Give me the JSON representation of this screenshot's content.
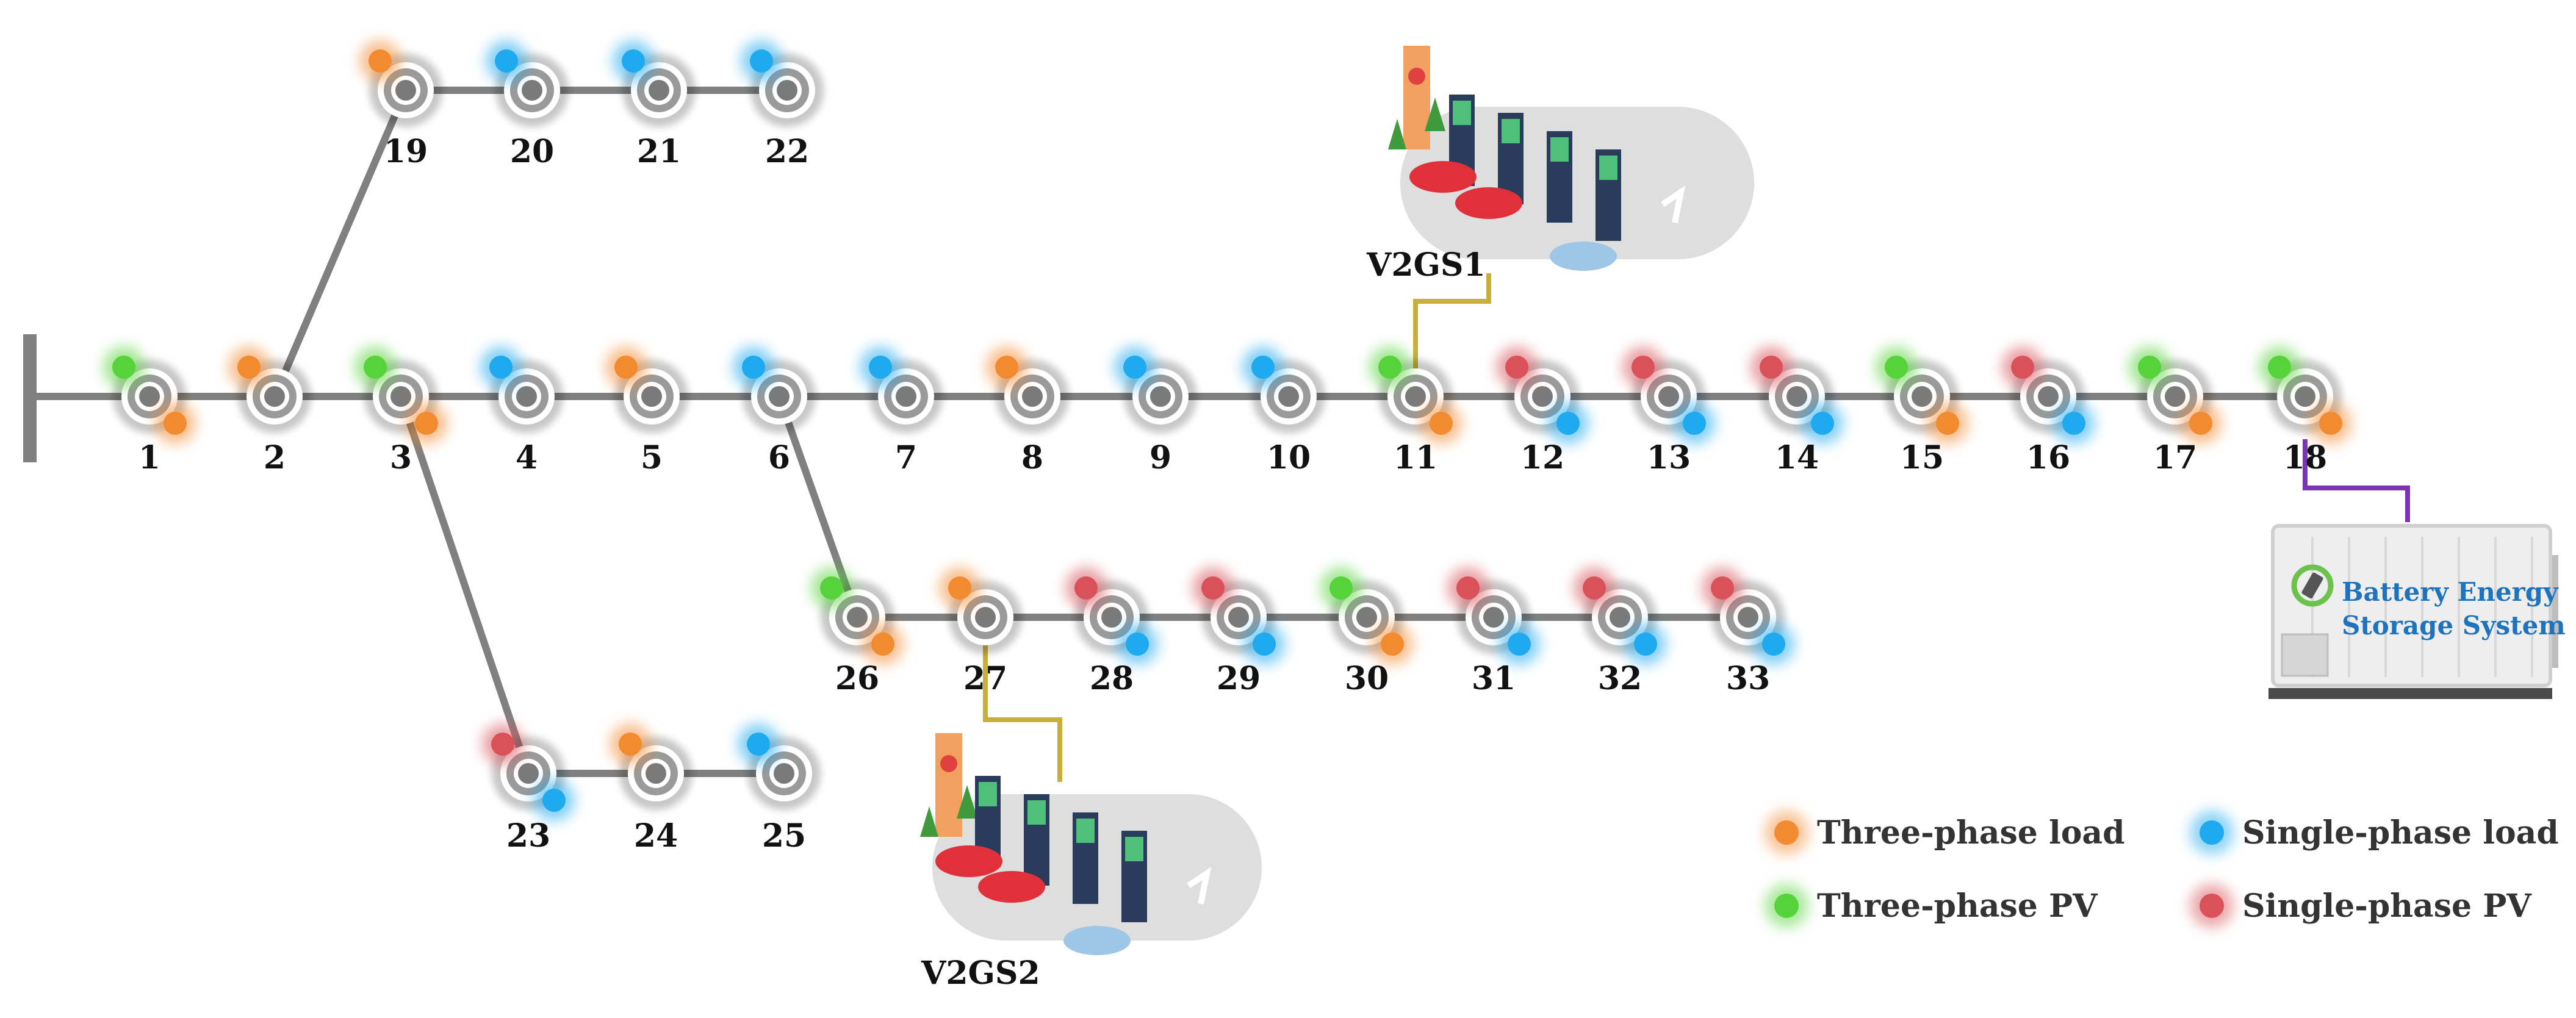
{
  "colors": {
    "line": "#808080",
    "three_phase_load": "#f28a30",
    "single_phase_load": "#1fa9ee",
    "three_phase_pv": "#56d33a",
    "single_phase_pv": "#d9525a",
    "v2gs_link": "#c9b03c",
    "bess_link": "#7b34b5",
    "bess_text": "#1e73be"
  },
  "buses": [
    {
      "id": "1",
      "label": "1",
      "markers": [
        "three_phase_pv",
        "three_phase_load"
      ]
    },
    {
      "id": "2",
      "label": "2",
      "markers": [
        "three_phase_load"
      ]
    },
    {
      "id": "3",
      "label": "3",
      "markers": [
        "three_phase_pv",
        "three_phase_load"
      ]
    },
    {
      "id": "4",
      "label": "4",
      "markers": [
        "single_phase_load"
      ]
    },
    {
      "id": "5",
      "label": "5",
      "markers": [
        "three_phase_load"
      ]
    },
    {
      "id": "6",
      "label": "6",
      "markers": [
        "single_phase_load"
      ]
    },
    {
      "id": "7",
      "label": "7",
      "markers": [
        "single_phase_load"
      ]
    },
    {
      "id": "8",
      "label": "8",
      "markers": [
        "three_phase_load"
      ]
    },
    {
      "id": "9",
      "label": "9",
      "markers": [
        "single_phase_load"
      ]
    },
    {
      "id": "10",
      "label": "10",
      "markers": [
        "single_phase_load"
      ]
    },
    {
      "id": "11",
      "label": "11",
      "markers": [
        "three_phase_pv",
        "three_phase_load"
      ]
    },
    {
      "id": "12",
      "label": "12",
      "markers": [
        "single_phase_pv",
        "single_phase_load"
      ]
    },
    {
      "id": "13",
      "label": "13",
      "markers": [
        "single_phase_pv",
        "single_phase_load"
      ]
    },
    {
      "id": "14",
      "label": "14",
      "markers": [
        "single_phase_pv",
        "single_phase_load"
      ]
    },
    {
      "id": "15",
      "label": "15",
      "markers": [
        "three_phase_pv",
        "three_phase_load"
      ]
    },
    {
      "id": "16",
      "label": "16",
      "markers": [
        "single_phase_pv",
        "single_phase_load"
      ]
    },
    {
      "id": "17",
      "label": "17",
      "markers": [
        "three_phase_pv",
        "three_phase_load"
      ]
    },
    {
      "id": "18",
      "label": "18",
      "markers": [
        "three_phase_pv",
        "three_phase_load"
      ]
    },
    {
      "id": "19",
      "label": "19",
      "markers": [
        "three_phase_load"
      ]
    },
    {
      "id": "20",
      "label": "20",
      "markers": [
        "single_phase_load"
      ]
    },
    {
      "id": "21",
      "label": "21",
      "markers": [
        "single_phase_load"
      ]
    },
    {
      "id": "22",
      "label": "22",
      "markers": [
        "single_phase_load"
      ]
    },
    {
      "id": "23",
      "label": "23",
      "markers": [
        "single_phase_pv",
        "single_phase_load"
      ]
    },
    {
      "id": "24",
      "label": "24",
      "markers": [
        "three_phase_load"
      ]
    },
    {
      "id": "25",
      "label": "25",
      "markers": [
        "single_phase_load"
      ]
    },
    {
      "id": "26",
      "label": "26",
      "markers": [
        "three_phase_pv",
        "three_phase_load"
      ]
    },
    {
      "id": "27",
      "label": "27",
      "markers": [
        "three_phase_load"
      ]
    },
    {
      "id": "28",
      "label": "28",
      "markers": [
        "single_phase_pv",
        "single_phase_load"
      ]
    },
    {
      "id": "29",
      "label": "29",
      "markers": [
        "single_phase_pv",
        "single_phase_load"
      ]
    },
    {
      "id": "30",
      "label": "30",
      "markers": [
        "three_phase_pv",
        "three_phase_load"
      ]
    },
    {
      "id": "31",
      "label": "31",
      "markers": [
        "single_phase_pv",
        "single_phase_load"
      ]
    },
    {
      "id": "32",
      "label": "32",
      "markers": [
        "single_phase_pv",
        "single_phase_load"
      ]
    },
    {
      "id": "33",
      "label": "33",
      "markers": [
        "single_phase_pv",
        "single_phase_load"
      ]
    }
  ],
  "branches": [
    [
      "1",
      "2"
    ],
    [
      "2",
      "3"
    ],
    [
      "3",
      "4"
    ],
    [
      "4",
      "5"
    ],
    [
      "5",
      "6"
    ],
    [
      "6",
      "7"
    ],
    [
      "7",
      "8"
    ],
    [
      "8",
      "9"
    ],
    [
      "9",
      "10"
    ],
    [
      "10",
      "11"
    ],
    [
      "11",
      "12"
    ],
    [
      "12",
      "13"
    ],
    [
      "13",
      "14"
    ],
    [
      "14",
      "15"
    ],
    [
      "15",
      "16"
    ],
    [
      "16",
      "17"
    ],
    [
      "17",
      "18"
    ],
    [
      "2",
      "19"
    ],
    [
      "19",
      "20"
    ],
    [
      "20",
      "21"
    ],
    [
      "21",
      "22"
    ],
    [
      "3",
      "23"
    ],
    [
      "23",
      "24"
    ],
    [
      "24",
      "25"
    ],
    [
      "6",
      "26"
    ],
    [
      "26",
      "27"
    ],
    [
      "27",
      "28"
    ],
    [
      "28",
      "29"
    ],
    [
      "29",
      "30"
    ],
    [
      "30",
      "31"
    ],
    [
      "31",
      "32"
    ],
    [
      "32",
      "33"
    ]
  ],
  "stations": [
    {
      "id": "v2gs1",
      "label": "V2GS1",
      "bus": "11"
    },
    {
      "id": "v2gs2",
      "label": "V2GS2",
      "bus": "27"
    }
  ],
  "bess": {
    "line1": "Battery Energy",
    "line2": "Storage System",
    "bus": "18",
    "icon": "battery-recycle-icon"
  },
  "legend": [
    {
      "key": "three_phase_load",
      "label": "Three-phase load"
    },
    {
      "key": "single_phase_load",
      "label": "Single-phase load"
    },
    {
      "key": "three_phase_pv",
      "label": "Three-phase PV"
    },
    {
      "key": "single_phase_pv",
      "label": "Single-phase PV"
    }
  ]
}
